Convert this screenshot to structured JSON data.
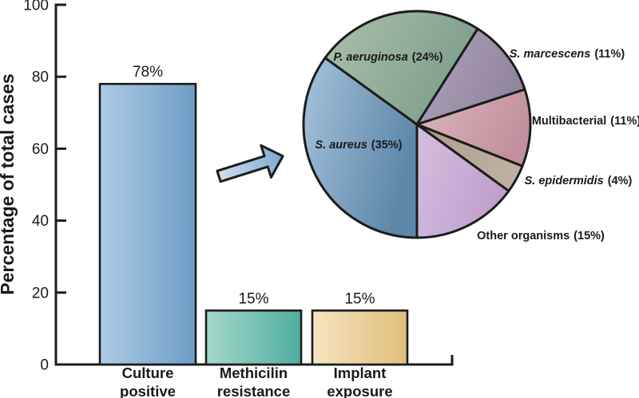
{
  "colors": {
    "text": "#1a1a1a",
    "stroke": "#1c1c1c",
    "background": "#ffffff",
    "arrow_gradient": {
      "from": "#cfdeee",
      "to": "#7fa9d2"
    }
  },
  "chart_data": [
    {
      "type": "bar",
      "title": "",
      "xlabel": "",
      "ylabel": "Percentage of total cases",
      "ylim": [
        0,
        100
      ],
      "yticks": [
        0,
        20,
        40,
        60,
        80,
        100
      ],
      "grid": false,
      "categories": [
        "Culture positive",
        "Methicilin resistance",
        "Implant exposure"
      ],
      "category_lines": [
        [
          "Culture",
          "positive"
        ],
        [
          "Methicilin",
          "resistance"
        ],
        [
          "Implant",
          "exposure"
        ]
      ],
      "values": [
        78,
        15,
        15
      ],
      "value_labels": [
        "78%",
        "15%",
        "15%"
      ],
      "bar_gradients": [
        {
          "from": "#aecbe4",
          "to": "#6d9dc7"
        },
        {
          "from": "#a4d8ca",
          "to": "#4fae9f"
        },
        {
          "from": "#f4e5c0",
          "to": "#e2bd7b"
        }
      ]
    },
    {
      "type": "pie",
      "start_angle_deg": 180,
      "direction": "clockwise",
      "slices": [
        {
          "name": "S. aureus",
          "pct": 35,
          "pct_label": "(35%)",
          "italic": true,
          "gradient": {
            "from": "#a6c3dc",
            "to": "#5d87a9"
          }
        },
        {
          "name": "P. aeruginosa",
          "pct": 24,
          "pct_label": "(24%)",
          "italic": true,
          "gradient": {
            "from": "#abc1ab",
            "to": "#7d9f8c"
          }
        },
        {
          "name": "S. marcescens",
          "pct": 11,
          "pct_label": "(11%)",
          "italic": true,
          "gradient": {
            "from": "#b0a5bc",
            "to": "#92859e"
          }
        },
        {
          "name": "Multibacterial",
          "pct": 11,
          "pct_label": "(11%)",
          "italic": false,
          "gradient": {
            "from": "#dcb8be",
            "to": "#c38f9e"
          }
        },
        {
          "name": "S. epidermidis",
          "pct": 4,
          "pct_label": "(4%)",
          "italic": true,
          "gradient": {
            "from": "#ac9b8c",
            "to": "#c0b0a1"
          }
        },
        {
          "name": "Other organisms",
          "pct": 15,
          "pct_label": "(15%)",
          "italic": false,
          "gradient": {
            "from": "#d5bedf",
            "to": "#bfa0cc"
          }
        }
      ]
    }
  ]
}
